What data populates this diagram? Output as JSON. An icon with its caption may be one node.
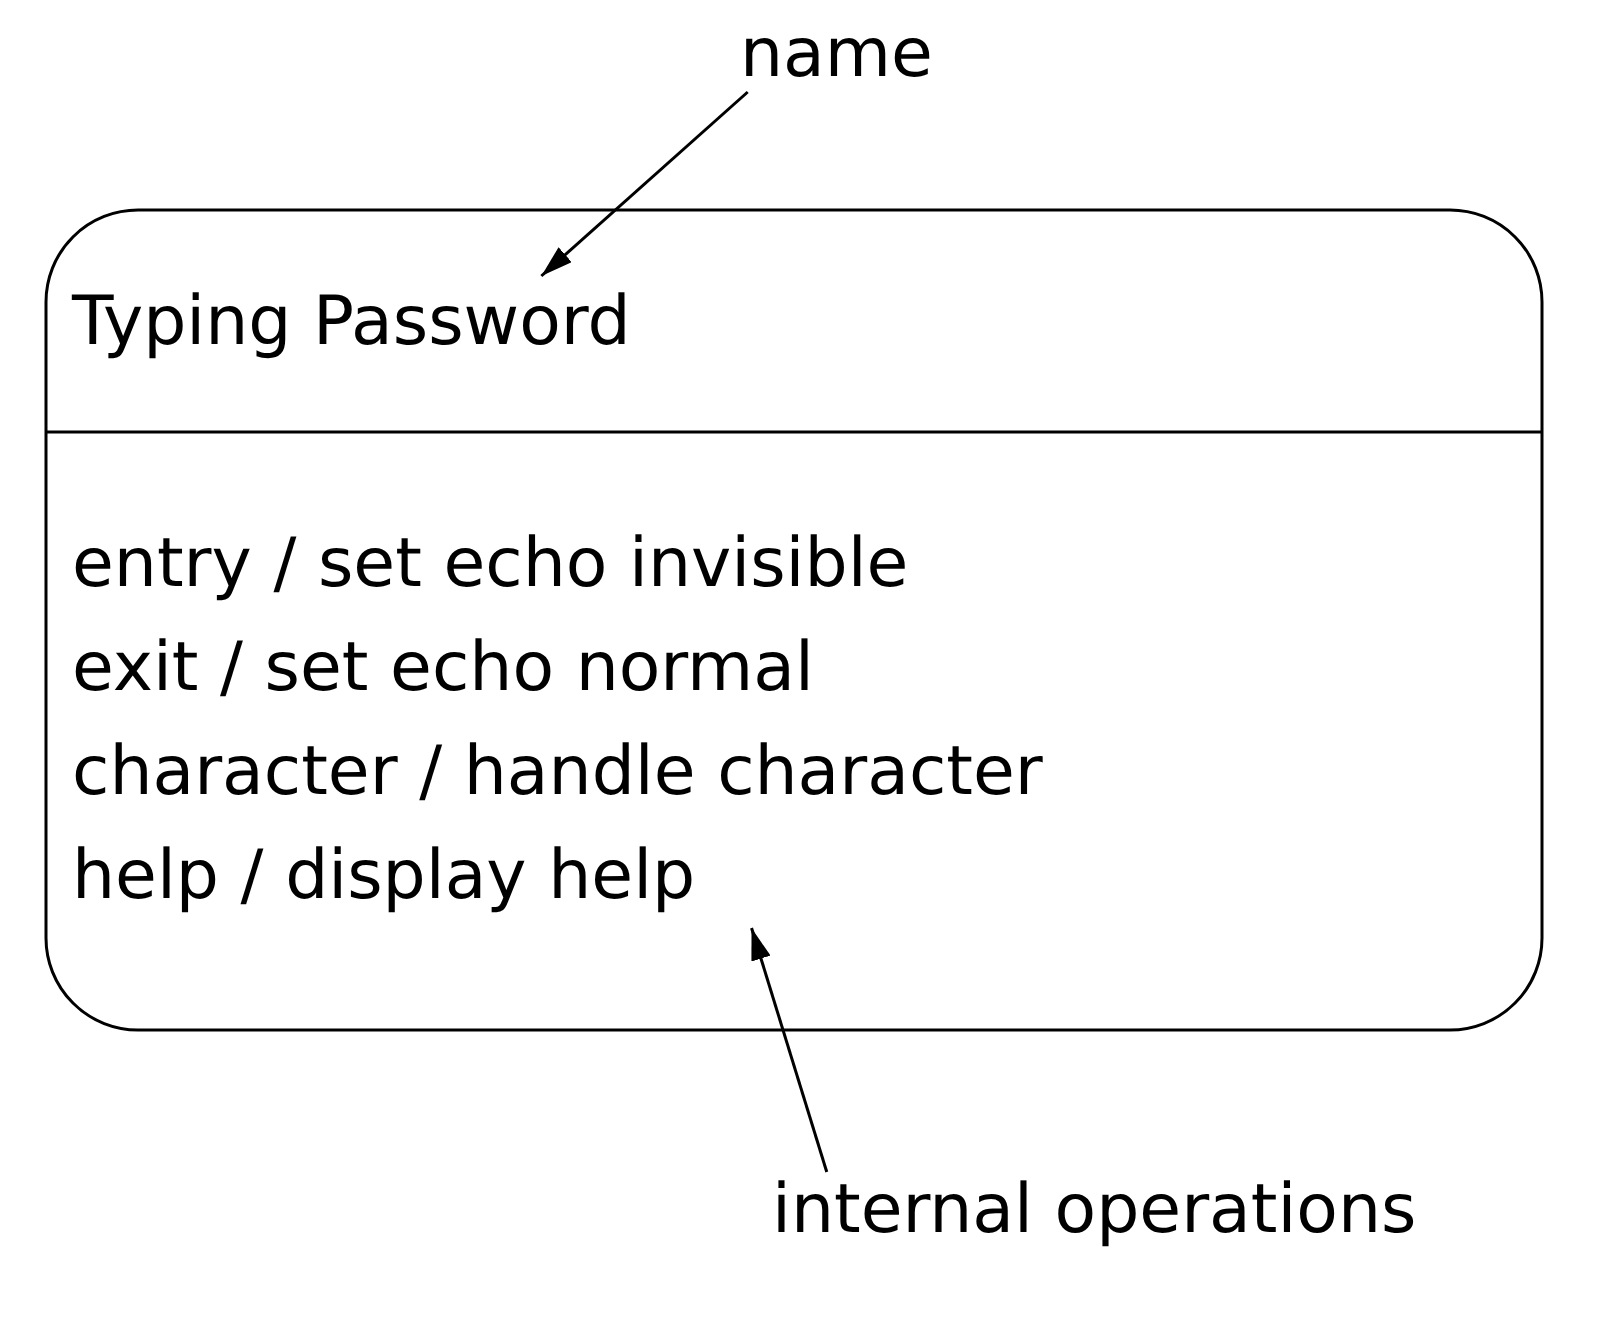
{
  "diagram": {
    "nodes": [
      {
        "text": [],
        "shape": "box"
      },
      {
        "text": [
          "Typing Password"
        ],
        "in": 0
      },
      {
        "text": [
          "entry / set echo invisible",
          "exit / set echo normal",
          "character / handle character",
          "help / display help"
        ],
        "in": 0
      },
      {
        "text": [
          "name"
        ]
      },
      {
        "text": [
          "internal operations"
        ]
      }
    ],
    "edges": [
      {
        "from": 3,
        "to": 1,
        "arrow": "to"
      },
      {
        "from": 4,
        "to": 2,
        "arrow": "to"
      }
    ]
  }
}
